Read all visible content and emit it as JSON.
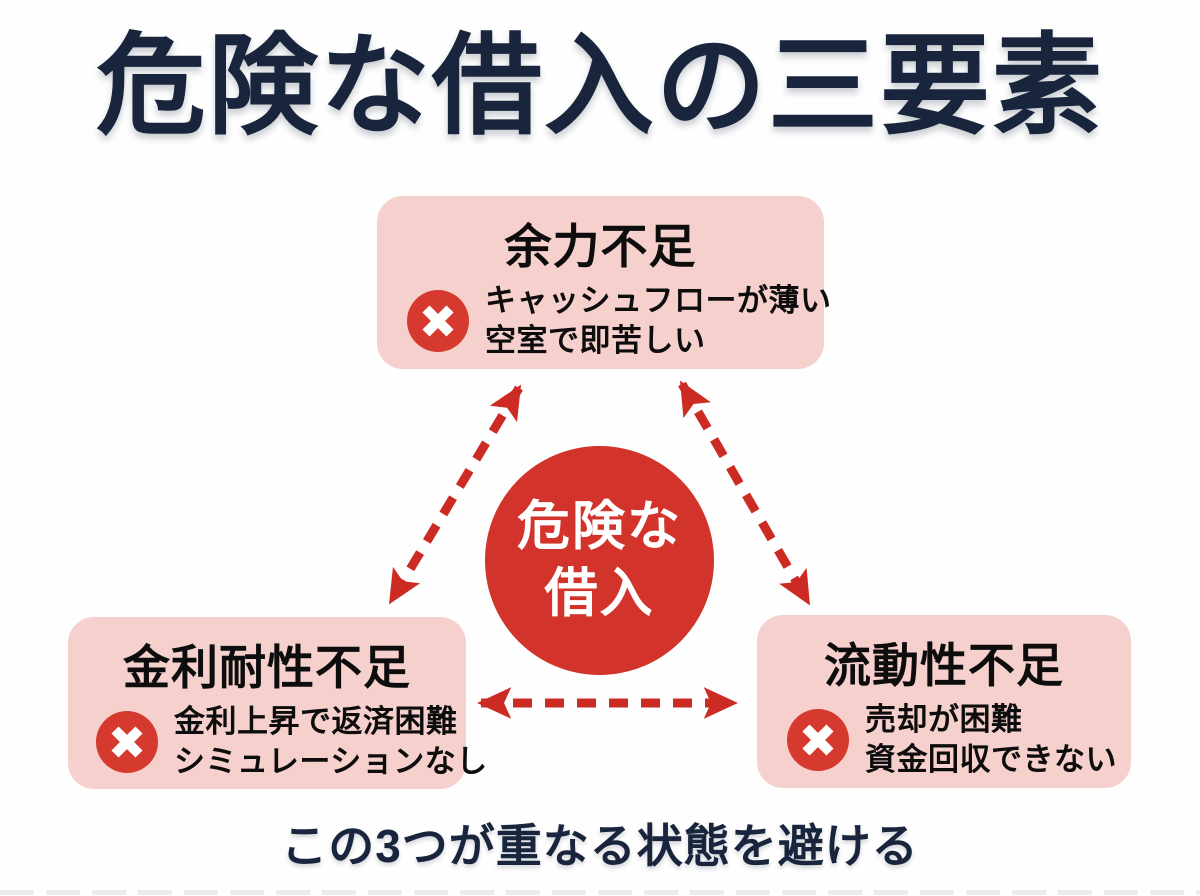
{
  "page": {
    "title": "危険な借入の三要素",
    "footer_note": "この3つが重なる状態を避ける"
  },
  "center": {
    "label_line1": "危険な",
    "label_line2": "借入"
  },
  "factors": [
    {
      "position": "top",
      "heading": "余力不足",
      "points": [
        "キャッシュフローが薄い",
        "空室で即苦しい"
      ]
    },
    {
      "position": "bottom-left",
      "heading": "金利耐性不足",
      "points": [
        "金利上昇で返済困難",
        "シミュレーションなし"
      ]
    },
    {
      "position": "bottom-right",
      "heading": "流動性不足",
      "points": [
        "売却が困難",
        "資金回収できない"
      ]
    }
  ],
  "icons": {
    "cross": "✕"
  },
  "colors": {
    "title_navy": "#18253c",
    "box_pink": "#f6d0cc",
    "arrow_red": "#cc2b23",
    "circle_red": "#d2342b",
    "badge_red": "#d63a2e",
    "text_black": "#0d0d0d",
    "background": "#fefefe"
  }
}
